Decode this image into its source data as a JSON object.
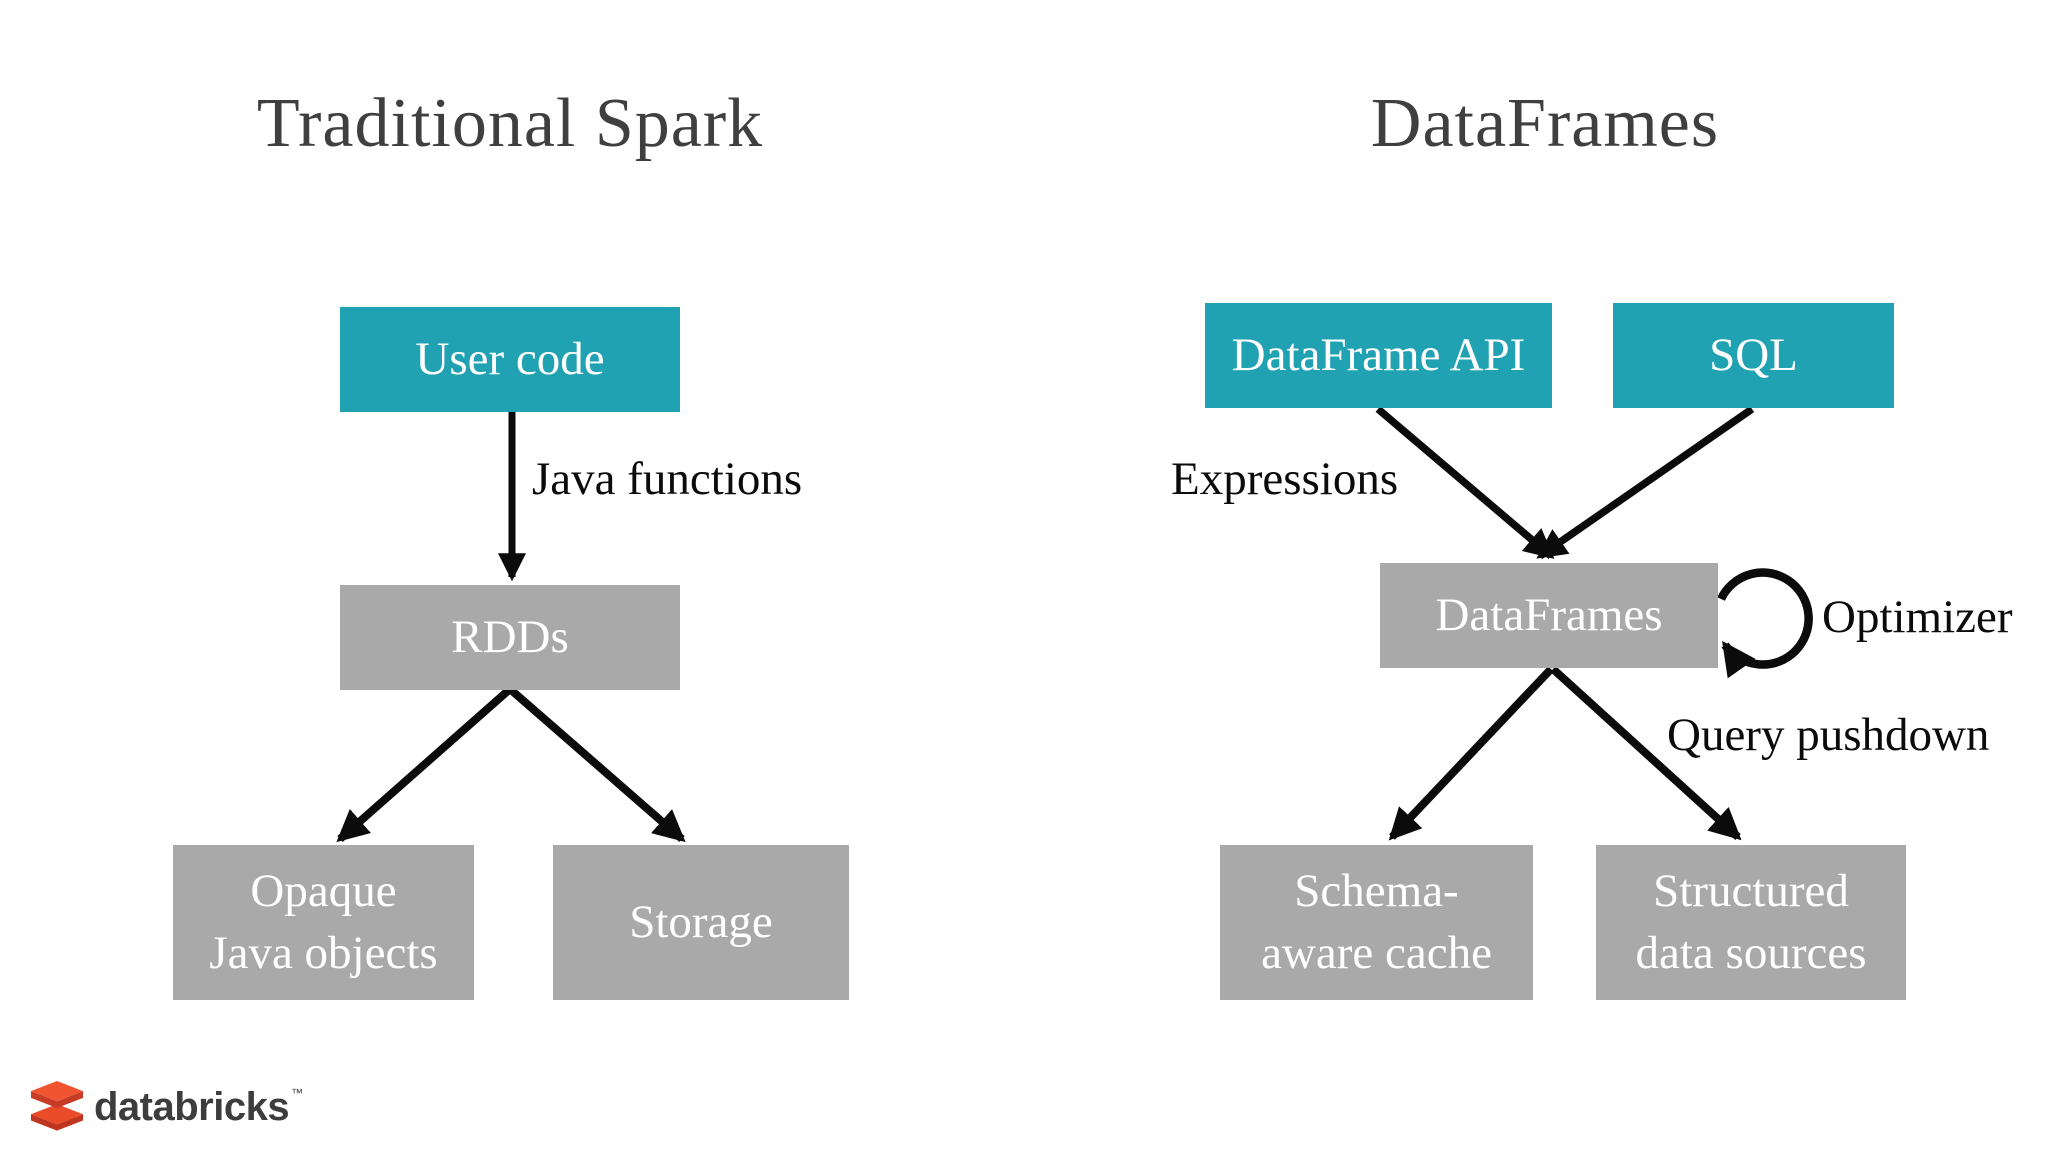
{
  "slide": {
    "background": "#ffffff",
    "left": {
      "title": "Traditional Spark",
      "boxes": [
        {
          "id": "user-code",
          "label": "User code",
          "style": "teal"
        },
        {
          "id": "rdds",
          "label": "RDDs",
          "style": "gray"
        },
        {
          "id": "opaque-java-objects",
          "label": "Opaque\nJava objects",
          "style": "gray"
        },
        {
          "id": "storage",
          "label": "Storage",
          "style": "gray"
        }
      ],
      "edge_labels": [
        {
          "id": "java-functions",
          "text": "Java functions"
        }
      ],
      "edges": [
        {
          "from": "user-code",
          "to": "rdds",
          "label": "Java functions"
        },
        {
          "from": "rdds",
          "to": "opaque-java-objects",
          "label": ""
        },
        {
          "from": "rdds",
          "to": "storage",
          "label": ""
        }
      ]
    },
    "right": {
      "title": "DataFrames",
      "boxes": [
        {
          "id": "dataframe-api",
          "label": "DataFrame API",
          "style": "teal"
        },
        {
          "id": "sql",
          "label": "SQL",
          "style": "teal"
        },
        {
          "id": "dataframes",
          "label": "DataFrames",
          "style": "gray"
        },
        {
          "id": "schema-aware-cache",
          "label": "Schema-\naware cache",
          "style": "gray"
        },
        {
          "id": "structured-data-sources",
          "label": "Structured\ndata sources",
          "style": "gray"
        }
      ],
      "edge_labels": [
        {
          "id": "expressions",
          "text": "Expressions"
        },
        {
          "id": "optimizer",
          "text": "Optimizer"
        },
        {
          "id": "query-pushdown",
          "text": "Query pushdown"
        }
      ],
      "edges": [
        {
          "from": "dataframe-api",
          "to": "dataframes",
          "label": "Expressions"
        },
        {
          "from": "sql",
          "to": "dataframes",
          "label": ""
        },
        {
          "from": "dataframes",
          "to": "dataframes",
          "label": "Optimizer"
        },
        {
          "from": "dataframes",
          "to": "schema-aware-cache",
          "label": ""
        },
        {
          "from": "dataframes",
          "to": "structured-data-sources",
          "label": "Query pushdown"
        }
      ]
    },
    "footer": {
      "logo_text": "databricks",
      "trademark": "™"
    },
    "colors": {
      "teal_box": "#21a2b2",
      "gray_box": "#a9a9a9",
      "box_text": "#ffffff",
      "title_text": "#3f3f3f",
      "arrow": "#0b0b0b",
      "logo_brick_top": "#f05430",
      "logo_brick_front": "#c63c26",
      "logo_text_color": "#3d3d3d"
    }
  }
}
